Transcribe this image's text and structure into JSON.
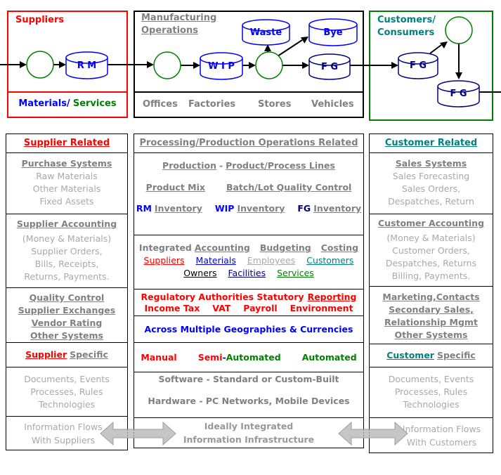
{
  "colors": {
    "red": "#FF0000",
    "blue": "#0000FF",
    "navy": "#000080",
    "green": "#008000",
    "teal": "#008080",
    "gray_header": "#808080",
    "gray_body": "#A9A9A9",
    "arrow_gray": "#C6C6C6",
    "black": "#000000"
  },
  "top": {
    "suppliers": {
      "title": "Suppliers",
      "rm": "R M",
      "materials": "Materials/",
      "services": "Services"
    },
    "manufacturing": {
      "title1": "Manufacturing",
      "title2": "Operations",
      "wip": "W I P",
      "waste": "Waste",
      "bye": "Bye",
      "fg": "F G",
      "strip": [
        "Offices",
        "Factories",
        "Stores",
        "Vehicles"
      ]
    },
    "customers": {
      "title1": "Customers/",
      "title2": "Consumers",
      "fg1": "F G",
      "fg2": "F G"
    }
  },
  "left": {
    "related": "Supplier Related",
    "purchase_title": "Purchase Systems",
    "purchase_lines": [
      "Raw Materials",
      "Other Materials",
      "Fixed Assets"
    ],
    "accounting_title": "Supplier Accounting",
    "accounting_lines": [
      "(Money & Materials)",
      "Supplier Orders,",
      "Bills, Receipts,",
      "Returns, Payments."
    ],
    "systems_lines": [
      "Quality Control",
      "Supplier Exchanges",
      "Vendor Rating",
      "Other Systems"
    ],
    "specific_a": "Supplier",
    "specific_b": "Specific",
    "docs_lines": [
      "Documents, Events",
      "Processes, Rules",
      "Technologies"
    ],
    "flows_line1": "Information Flows",
    "flows_line2": "With Suppliers"
  },
  "middle": {
    "related": "Processing/Production Operations Related",
    "prod_row1_a": "Production",
    "prod_row1_sep": "-",
    "prod_row1_b": "Product/Process Lines",
    "prod_row2_a": "Product Mix",
    "prod_row2_b": "Batch/Lot Quality Control",
    "inv": [
      {
        "abbr": "RM",
        "word": "Inventory"
      },
      {
        "abbr": "WIP",
        "word": "Inventory"
      },
      {
        "abbr": "FG",
        "word": "Inventory"
      }
    ],
    "acct_integrated": "Integrated",
    "acct_accounting": "Accounting",
    "acct_budgeting": "Budgeting",
    "acct_costing": "Costing",
    "ent_suppliers": "Suppliers",
    "ent_materials": "Materials",
    "ent_employees": "Employees",
    "ent_customers": "Customers",
    "ent_owners": "Owners",
    "ent_facilities": "Facilities",
    "ent_services": "Services",
    "reg_line1": "Regulatory Authorities Statutory",
    "reg_line1_u": "Reporting",
    "reg_items": [
      "Income Tax",
      "VAT",
      "Payroll",
      "Environment"
    ],
    "geo": "Across Multiple Geographies & Currencies",
    "auto_manual": "Manual",
    "auto_semi": "Semi",
    "auto_hyphen": "-",
    "auto_semi_word": "Automated",
    "auto_auto": "Automated",
    "sw": "Software - Standard or Custom-Built",
    "hw": "Hardware - PC Networks, Mobile Devices",
    "ideal_line1": "Ideally Integrated",
    "ideal_line2": "Information Infrastructure"
  },
  "right": {
    "related": "Customer Related",
    "sales_title": "Sales Systems",
    "sales_lines": [
      "Sales Forecasting",
      "Sales Orders,",
      "Despatches, Return"
    ],
    "accounting_title": "Customer Accounting",
    "accounting_lines": [
      "(Money & Materials)",
      "Customer Orders,",
      "Despatches, Returns",
      "Billing, Payments."
    ],
    "systems_lines": [
      "Marketing,Contacts",
      "Secondary Sales,",
      "Relationship Mgmt",
      "Other Systems"
    ],
    "specific_a": "Customer",
    "specific_b": "Specific",
    "docs_lines": [
      "Documents, Events",
      "Processes, Rules",
      "Technologies"
    ],
    "flows_line1": "Information Flows",
    "flows_line2": "With Customers"
  }
}
